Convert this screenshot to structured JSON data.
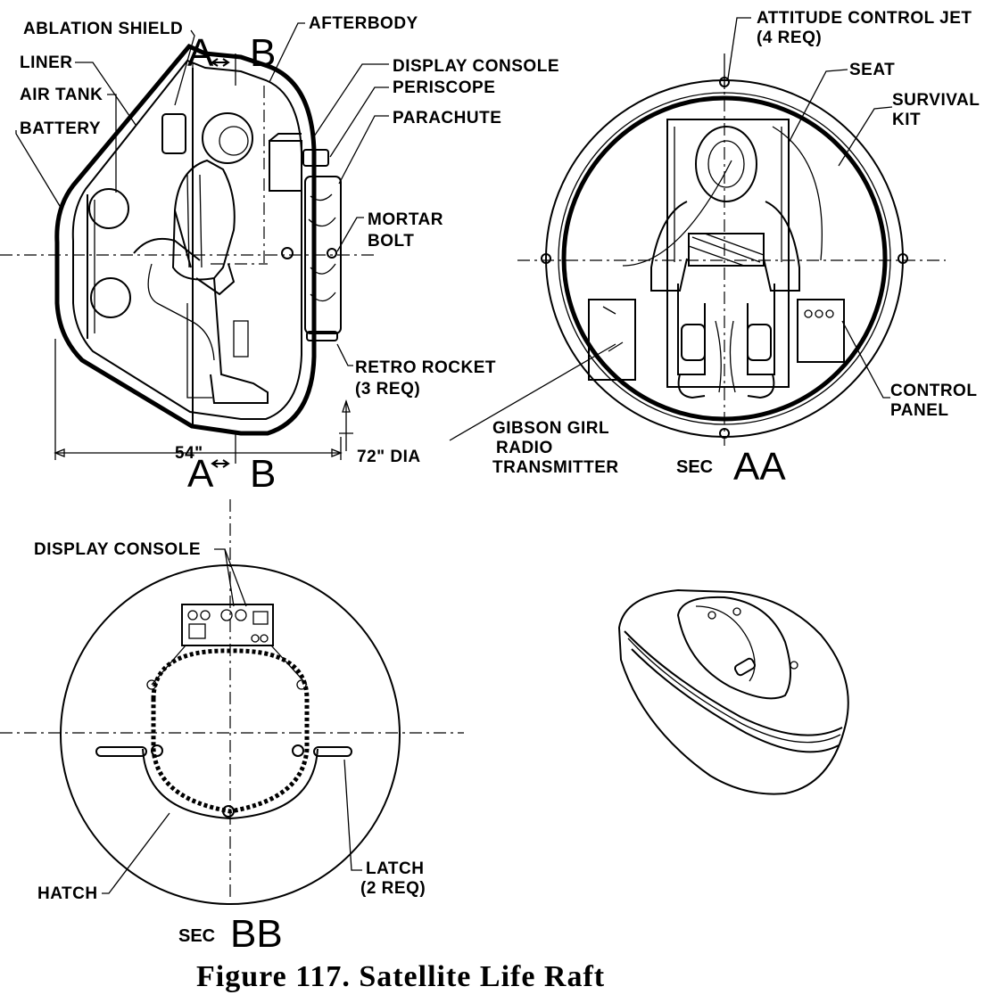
{
  "labels": {
    "ablation_shield": "ABLATION SHIELD",
    "liner": "LINER",
    "air_tank": "AIR TANK",
    "battery": "BATTERY",
    "afterbody": "AFTERBODY",
    "display_console": "DISPLAY CONSOLE",
    "periscope": "PERISCOPE",
    "parachute": "PARACHUTE",
    "mortar": "MORTAR",
    "bolt": "BOLT",
    "retro_rocket": "RETRO ROCKET",
    "retro_rocket_qty": "(3 REQ)",
    "dim_54": "54\"",
    "dim_72": "72\" DIA",
    "section_a": "A",
    "section_b": "B",
    "attitude_control_jet": "ATTITUDE CONTROL JET",
    "attitude_control_jet_qty": "(4 REQ)",
    "seat": "SEAT",
    "survival": "SURVIVAL",
    "kit": "KIT",
    "control": "CONTROL",
    "panel": "PANEL",
    "gibson_girl": "GIBSON GIRL",
    "radio": "RADIO",
    "transmitter": "TRANSMITTER",
    "sec_prefix": "SEC",
    "sec_aa": "AA",
    "display_console_bb": "DISPLAY CONSOLE",
    "hatch": "HATCH",
    "latch": "LATCH",
    "latch_qty": "(2 REQ)",
    "sec_bb": "BB"
  },
  "caption": "Figure 117.  Satellite Life Raft"
}
